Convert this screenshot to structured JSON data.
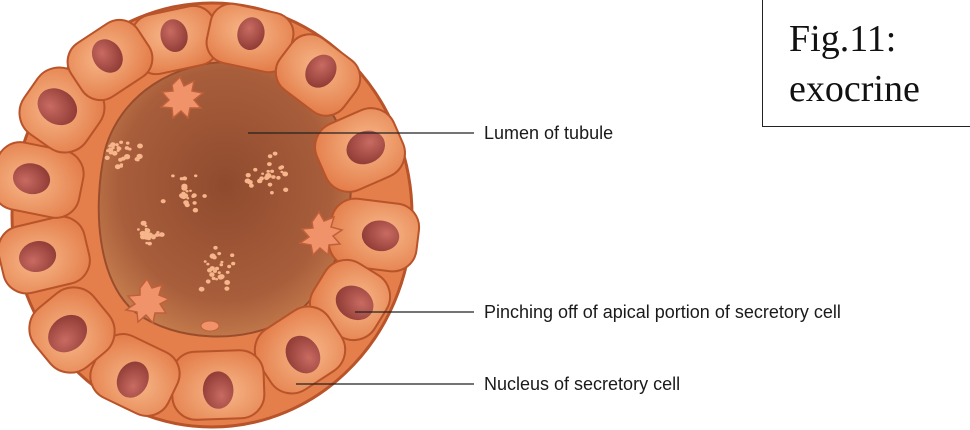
{
  "figure": {
    "caption_line1": "Fig.11:",
    "caption_line2": "exocrine"
  },
  "labels": {
    "lumen": "Lumen of tubule",
    "pinching": "Pinching off of apical portion of secretory cell",
    "nucleus": "Nucleus of secretory cell"
  },
  "colors": {
    "cell_fill": "#ef9463",
    "cell_outline": "#b8532a",
    "nucleus": "#a5443c",
    "lumen": "#a35a3a",
    "leader_line": "#222222"
  }
}
